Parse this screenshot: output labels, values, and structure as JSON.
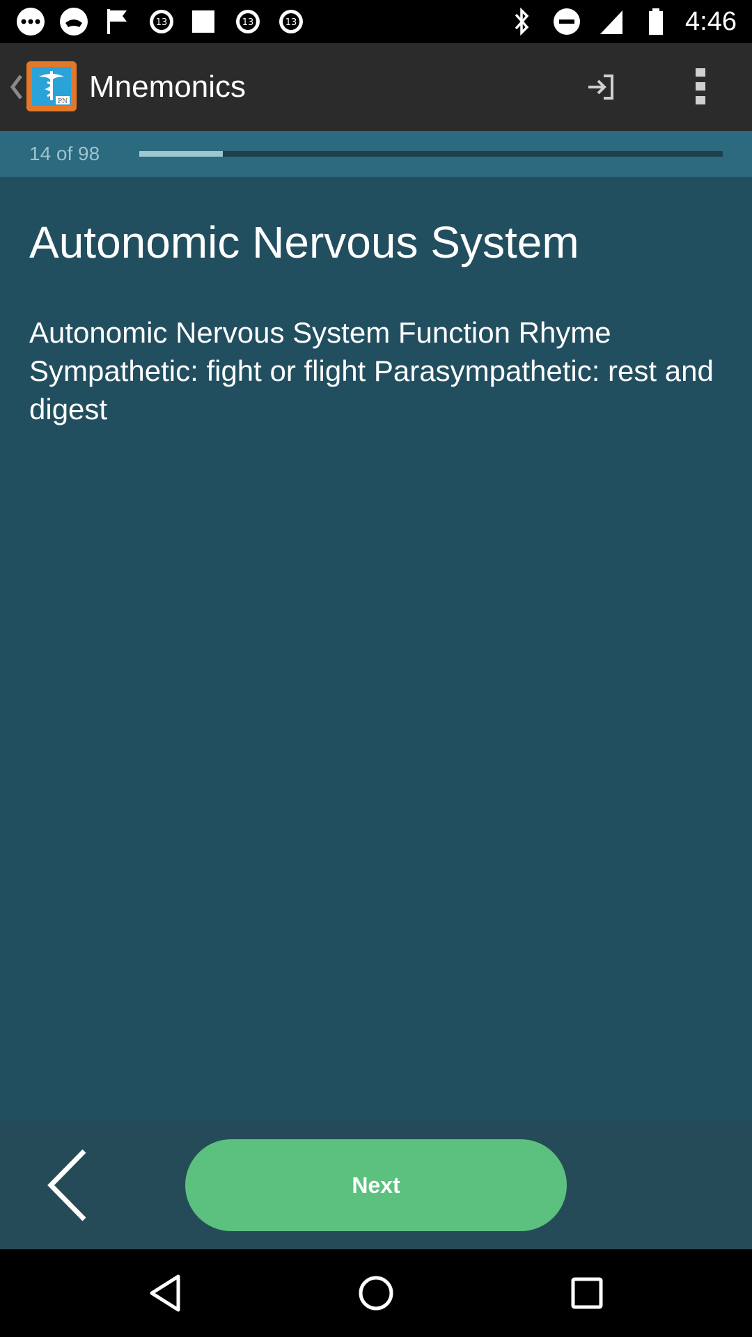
{
  "status_bar": {
    "time": "4:46",
    "icons": [
      "more-notifications-icon",
      "game-icon",
      "flag-icon",
      "abc13-icon",
      "image-icon",
      "abc13-icon",
      "abc13-icon",
      "bluetooth-icon",
      "do-not-disturb-icon",
      "signal-icon",
      "battery-icon"
    ]
  },
  "action_bar": {
    "title": "Mnemonics",
    "app_icon_badge": "PN"
  },
  "progress": {
    "label": "14 of 98",
    "fraction": 0.143
  },
  "card": {
    "title": "Autonomic Nervous System",
    "body": "Autonomic Nervous System Function Rhyme Sympathetic: fight or flight Parasympathetic: rest and digest"
  },
  "bottom": {
    "next_label": "Next"
  },
  "colors": {
    "action_bar": "#2b2b2b",
    "progress_strip": "#2b6a7f",
    "content": "#224f5f",
    "bottom_bar": "#264b58",
    "next_button": "#5cc07e",
    "app_icon": "#e4782a"
  }
}
